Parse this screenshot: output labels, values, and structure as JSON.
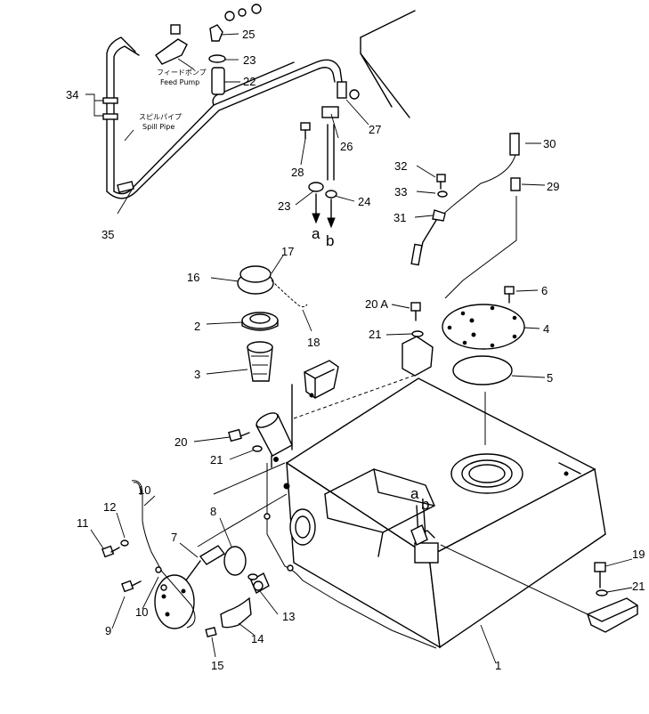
{
  "annotations": {
    "feed_pump_ja": "フィードポンプ",
    "feed_pump_en": "Feed Pump",
    "spill_pipe_ja": "スピルパイプ",
    "spill_pipe_en": "Spill Pipe"
  },
  "connectors": {
    "a_top": "a",
    "b_top": "b",
    "a_bottom": "a",
    "b_bottom": "b"
  },
  "parts": {
    "p1": "1",
    "p2": "2",
    "p3": "3",
    "p4": "4",
    "p5": "5",
    "p6": "6",
    "p7": "7",
    "p8": "8",
    "p9": "9",
    "p10a": "10",
    "p10b": "10",
    "p11": "11",
    "p12": "12",
    "p13": "13",
    "p14": "14",
    "p15": "15",
    "p16": "16",
    "p17": "17",
    "p18": "18",
    "p19": "19",
    "p20": "20",
    "p20a": "20 A",
    "p21a": "21",
    "p21b": "21",
    "p21c": "21",
    "p22": "22",
    "p23a": "23",
    "p23b": "23",
    "p24": "24",
    "p25": "25",
    "p26": "26",
    "p27": "27",
    "p28": "28",
    "p29": "29",
    "p30": "30",
    "p31": "31",
    "p32": "32",
    "p33": "33",
    "p34": "34",
    "p35": "35"
  }
}
